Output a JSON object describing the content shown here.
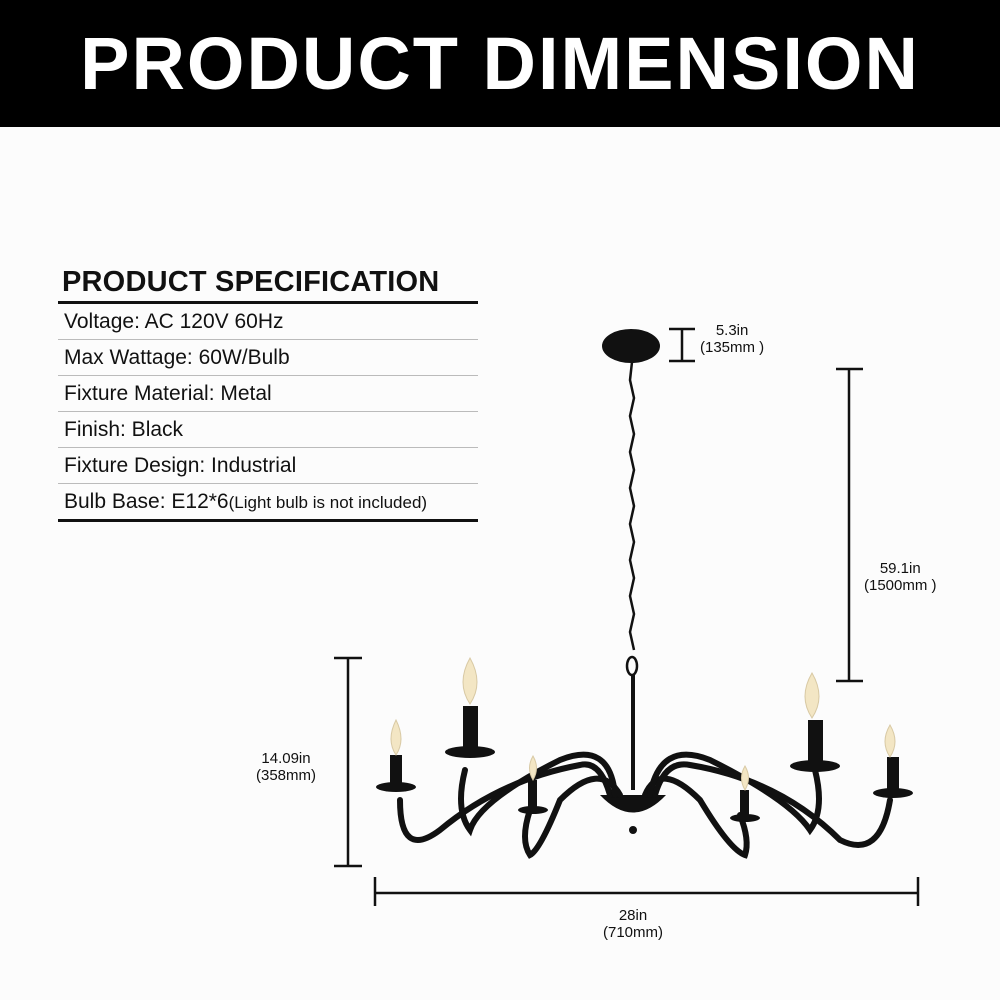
{
  "banner": {
    "title": "PRODUCT DIMENSION"
  },
  "specification": {
    "title": "PRODUCT SPECIFICATION",
    "rows": [
      {
        "label": "Voltage: AC 120V 60Hz"
      },
      {
        "label": "Max Wattage: 60W/Bulb"
      },
      {
        "label": "Fixture Material: Metal"
      },
      {
        "label": "Finish:  Black"
      },
      {
        "label": "Fixture Design: Industrial"
      },
      {
        "label": "Bulb Base: E12*6",
        "note": "(Light bulb is not included)"
      }
    ]
  },
  "dimensions": {
    "canopy_height": {
      "inches": "5.3in",
      "mm": "(135mm )"
    },
    "chain_length": {
      "inches": "59.1in",
      "mm": "(1500mm )"
    },
    "body_height": {
      "inches": "14.09in",
      "mm": "(358mm)"
    },
    "width": {
      "inches": "28in",
      "mm": "(710mm)"
    }
  },
  "product": {
    "type": "6-light black candle chandelier",
    "bulb_count": 6,
    "colors": {
      "metal": "#111111",
      "bulb": "#f3e6c4"
    }
  }
}
